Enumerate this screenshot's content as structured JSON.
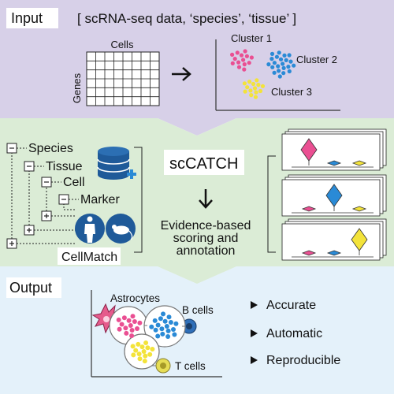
{
  "input": {
    "header": "Input",
    "subtitle": "[ scRNA-seq data, ‘species’, ‘tissue’ ]",
    "matrix_cols_label": "Cells",
    "matrix_rows_label": "Genes",
    "clusters": [
      "Cluster 1",
      "Cluster 2",
      "Cluster 3"
    ]
  },
  "middle": {
    "tree": [
      "Species",
      "Tissue",
      "Cell",
      "Marker"
    ],
    "db_label": "CellMatch",
    "tool_name": "scCATCH",
    "method_lines": [
      "Evidence-based",
      "scoring and",
      "annotation"
    ]
  },
  "output": {
    "header": "Output",
    "cell_types": [
      "Astrocytes",
      "B cells",
      "T cells"
    ],
    "features": [
      "Accurate",
      "Automatic",
      "Reproducible"
    ]
  },
  "colors": {
    "input_bg": "#d7d0e8",
    "middle_bg": "#dbecd6",
    "output_bg": "#e4f1fa",
    "pink": "#ea4f92",
    "blue": "#2a8ad6",
    "yellow": "#f3e33a",
    "navy": "#1f5a99"
  }
}
